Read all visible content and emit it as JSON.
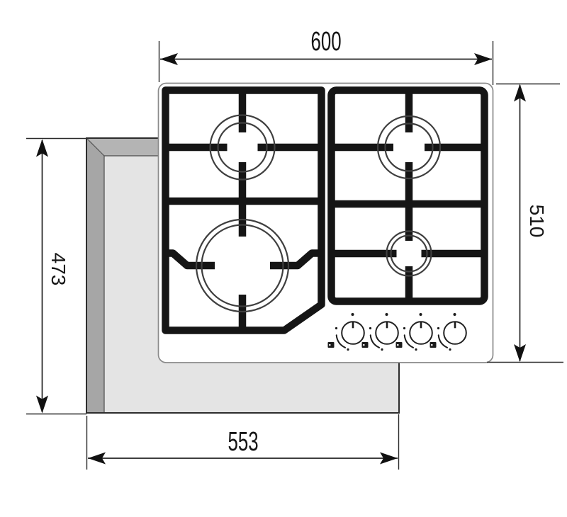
{
  "dimensions": {
    "hob_width": "600",
    "hob_depth": "510",
    "cutout_depth": "473",
    "cutout_width": "553"
  },
  "colors": {
    "background": "#ffffff",
    "grate_black": "#151515",
    "panel_face_gray": "#e4e4e4",
    "panel_bevel_left_gray": "#a6a6a6",
    "panel_bevel_top_gray": "#b4b4b4",
    "dimension_line": "#222222",
    "hob_outline": "#8a8a8a"
  },
  "icons": {
    "arrowheads": "solid black dimension arrowheads",
    "knob_selector": "small filled square burner indicator"
  }
}
